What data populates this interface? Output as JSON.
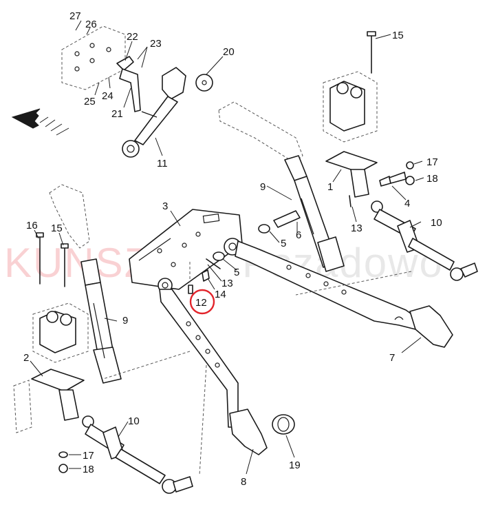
{
  "watermark": {
    "brand": "KUNSZT",
    "suffix": "Pszadowo",
    "brand_color": "#e7323c"
  },
  "highlight_color": "#e2242b",
  "highlighted_part": "12",
  "direction_arrow": "arrow-left-icon",
  "callouts": [
    {
      "id": "c27",
      "text": "27"
    },
    {
      "id": "c26",
      "text": "26"
    },
    {
      "id": "c22",
      "text": "22"
    },
    {
      "id": "c23",
      "text": "23"
    },
    {
      "id": "c20",
      "text": "20"
    },
    {
      "id": "c15a",
      "text": "15"
    },
    {
      "id": "c25",
      "text": "25"
    },
    {
      "id": "c24",
      "text": "24"
    },
    {
      "id": "c21",
      "text": "21"
    },
    {
      "id": "c11",
      "text": "11"
    },
    {
      "id": "c17a",
      "text": "17"
    },
    {
      "id": "c18a",
      "text": "18"
    },
    {
      "id": "c9a",
      "text": "9"
    },
    {
      "id": "c1",
      "text": "1"
    },
    {
      "id": "c4",
      "text": "4"
    },
    {
      "id": "c3",
      "text": "3"
    },
    {
      "id": "c13a",
      "text": "13"
    },
    {
      "id": "c10a",
      "text": "10"
    },
    {
      "id": "c16",
      "text": "16"
    },
    {
      "id": "c15b",
      "text": "15"
    },
    {
      "id": "c5a",
      "text": "5"
    },
    {
      "id": "c6",
      "text": "6"
    },
    {
      "id": "c5b",
      "text": "5"
    },
    {
      "id": "c13b",
      "text": "13"
    },
    {
      "id": "c14",
      "text": "14"
    },
    {
      "id": "c12",
      "text": "12"
    },
    {
      "id": "c9b",
      "text": "9"
    },
    {
      "id": "c7",
      "text": "7"
    },
    {
      "id": "c2",
      "text": "2"
    },
    {
      "id": "c10b",
      "text": "10"
    },
    {
      "id": "c17b",
      "text": "17"
    },
    {
      "id": "c18b",
      "text": "18"
    },
    {
      "id": "c19",
      "text": "19"
    },
    {
      "id": "c8",
      "text": "8"
    }
  ]
}
